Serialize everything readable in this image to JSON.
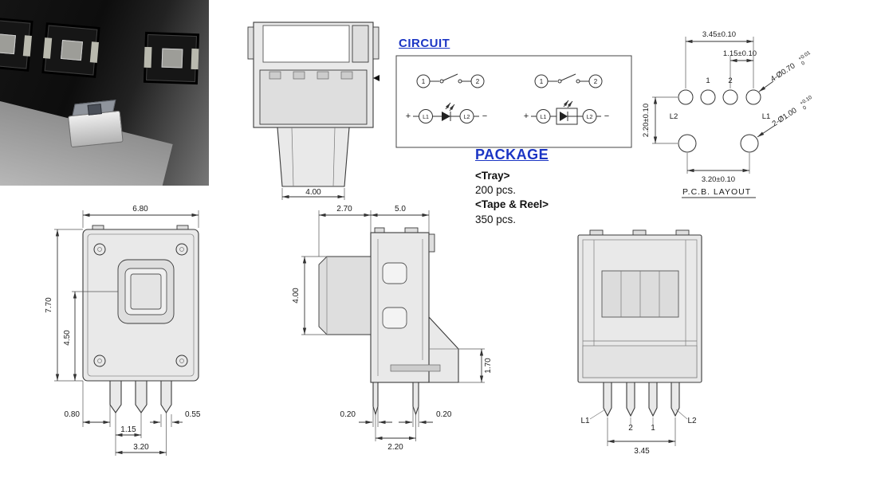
{
  "top_view": {
    "dim_stem_width": "4.00"
  },
  "circuit": {
    "title": "CIRCUIT",
    "left": {
      "pin1": "1",
      "pin2": "2",
      "plus": "+",
      "l1": "L1",
      "l2": "L2",
      "minus": "−"
    },
    "right": {
      "pin1": "1",
      "pin2": "2",
      "plus": "+",
      "l1": "L1",
      "l2": "L2",
      "minus": "−"
    }
  },
  "package": {
    "title": "PACKAGE",
    "tray_label": "<Tray>",
    "tray_qty": "200 pcs.",
    "reel_label": "<Tape & Reel>",
    "reel_qty": "350 pcs."
  },
  "pcb": {
    "title": "P.C.B. LAYOUT",
    "dim_span_top": "3.45±0.10",
    "dim_pitch": "1.15±0.10",
    "dim_row_gap": "2.20±0.10",
    "dim_span_bottom": "3.20±0.10",
    "callout_small": "4-Ø0.70",
    "callout_small_up": "+0.01",
    "callout_small_dn": "0",
    "callout_big": "2-Ø1.00",
    "callout_big_up": "+0.10",
    "callout_big_dn": "0",
    "label_l2": "L2",
    "label_l1": "L1",
    "label_pin1": "1",
    "label_pin2": "2"
  },
  "front_view": {
    "dim_width": "6.80",
    "dim_height": "7.70",
    "dim_center": "4.50",
    "dim_pin_offset": "0.80",
    "dim_pin_width": "0.55",
    "dim_pin_pitch": "1.15",
    "dim_pin_span": "3.20"
  },
  "side_view": {
    "dim_button_depth": "2.70",
    "dim_body_depth": "5.0",
    "dim_button_height": "4.00",
    "dim_foot_height": "1.70",
    "dim_pin_a": "0.20",
    "dim_pin_b": "0.20",
    "dim_pin_pitch": "2.20"
  },
  "back_view": {
    "label_l1": "L1",
    "label_2": "2",
    "label_1": "1",
    "label_l2": "L2",
    "dim_pin_span": "3.45"
  }
}
